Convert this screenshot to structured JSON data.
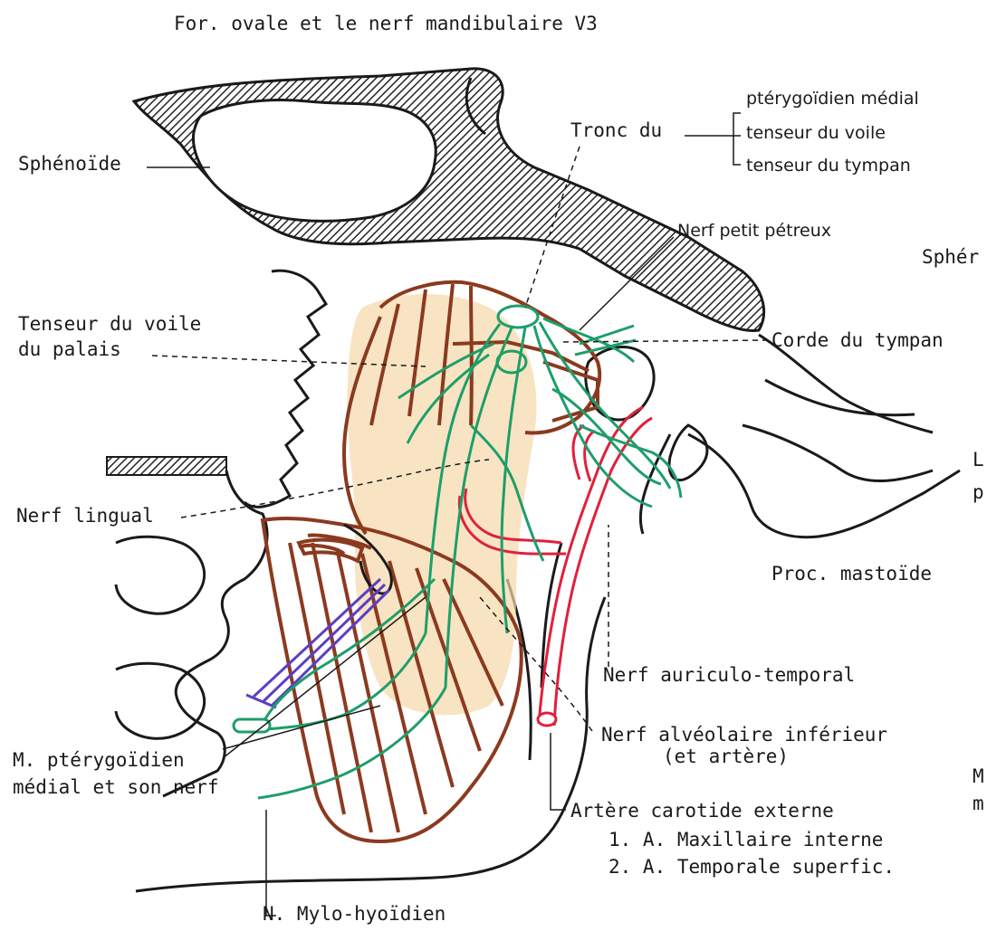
{
  "title": "For. ovale et le nerf mandibulaire V3",
  "labels": {
    "sphenoide": "Sphénoïde",
    "tronc_du": "Tronc du",
    "branch_1": "ptérygoïdien médial",
    "branch_2": "tenseur du voile",
    "branch_3": "tenseur du tympan",
    "nerf_petit_petreux": "Nerf petit pétreux",
    "spher_cut": "Sphér",
    "tenseur_voile_1": "Tenseur du voile",
    "tenseur_voile_2": "du palais",
    "corde_tympan": "Corde du tympan",
    "nerf_lingual": "Nerf lingual",
    "l_cut": "L",
    "p_cut": "p",
    "proc_mastoide": "Proc. mastoïde",
    "nerf_auriculo": "Nerf auriculo-temporal",
    "nerf_alveolaire_1": "Nerf alvéolaire inférieur",
    "nerf_alveolaire_2": "(et artère)",
    "m_pterygoidien_1": "M. ptérygoïdien",
    "m_pterygoidien_2": "médial et son nerf",
    "m_cut": "M",
    "m2_cut": "m",
    "artere_carotide": "Artère carotide externe",
    "artere_1": "1. A. Maxillaire interne",
    "artere_2": "2. A. Temporale superfic.",
    "mylo_hyoidien": "N. Mylo-hyoïdien"
  },
  "colors": {
    "bone_outline": "#1a1a1a",
    "muscle": "#8b3a1f",
    "nerve": "#1e9e6a",
    "artery": "#e0203c",
    "violet": "#5b3fc4",
    "fill_tan": "#f5d9a8"
  }
}
